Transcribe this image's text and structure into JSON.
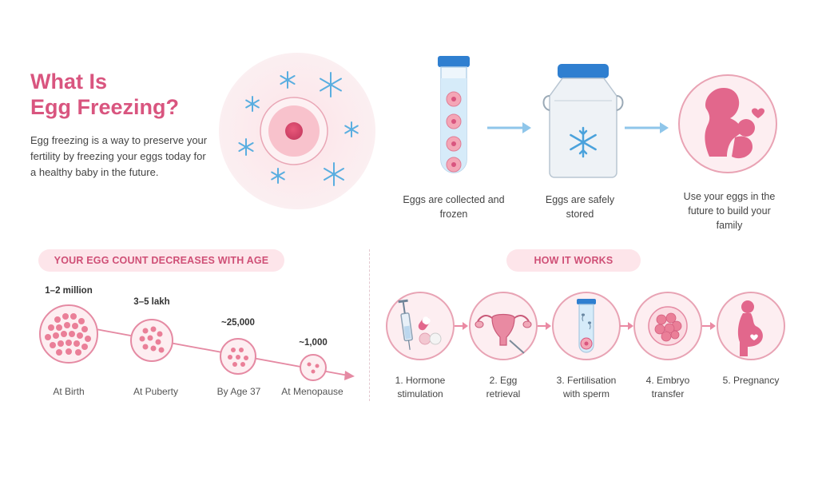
{
  "header": {
    "title_line1": "What Is",
    "title_line2": "Egg Freezing?",
    "description": "Egg freezing is a way to preserve your fertility by freezing your eggs today for a healthy baby in the future."
  },
  "process": {
    "captions": [
      "Eggs are collected and frozen",
      "Eggs are safely stored",
      "Use your eggs in the future to build your family"
    ]
  },
  "egg_count": {
    "heading": "YOUR EGG COUNT DECREASES WITH AGE",
    "stages": [
      {
        "count": "1–2 million",
        "label": "At Birth"
      },
      {
        "count": "3–5 lakh",
        "label": "At Puberty"
      },
      {
        "count": "~25,000",
        "label": "By Age 37"
      },
      {
        "count": "~1,000",
        "label": "At Menopause"
      }
    ]
  },
  "how_it_works": {
    "heading": "HOW IT WORKS",
    "steps": [
      {
        "line1": "1. Hormone",
        "line2": "stimulation",
        "icon": "syringe-icon"
      },
      {
        "line1": "2. Egg",
        "line2": "retrieval",
        "icon": "uterus-icon"
      },
      {
        "line1": "3. Fertilisation",
        "line2": "with sperm",
        "icon": "test-tube-sperm-icon"
      },
      {
        "line1": "4. Embryo",
        "line2": "transfer",
        "icon": "embryo-icon"
      },
      {
        "line1": "5. Pregnancy",
        "line2": "",
        "icon": "pregnant-woman-icon"
      }
    ]
  },
  "colors": {
    "accent": "#d9557f",
    "pill_bg": "#fde5ea",
    "ice_blue": "#6ab4df"
  }
}
